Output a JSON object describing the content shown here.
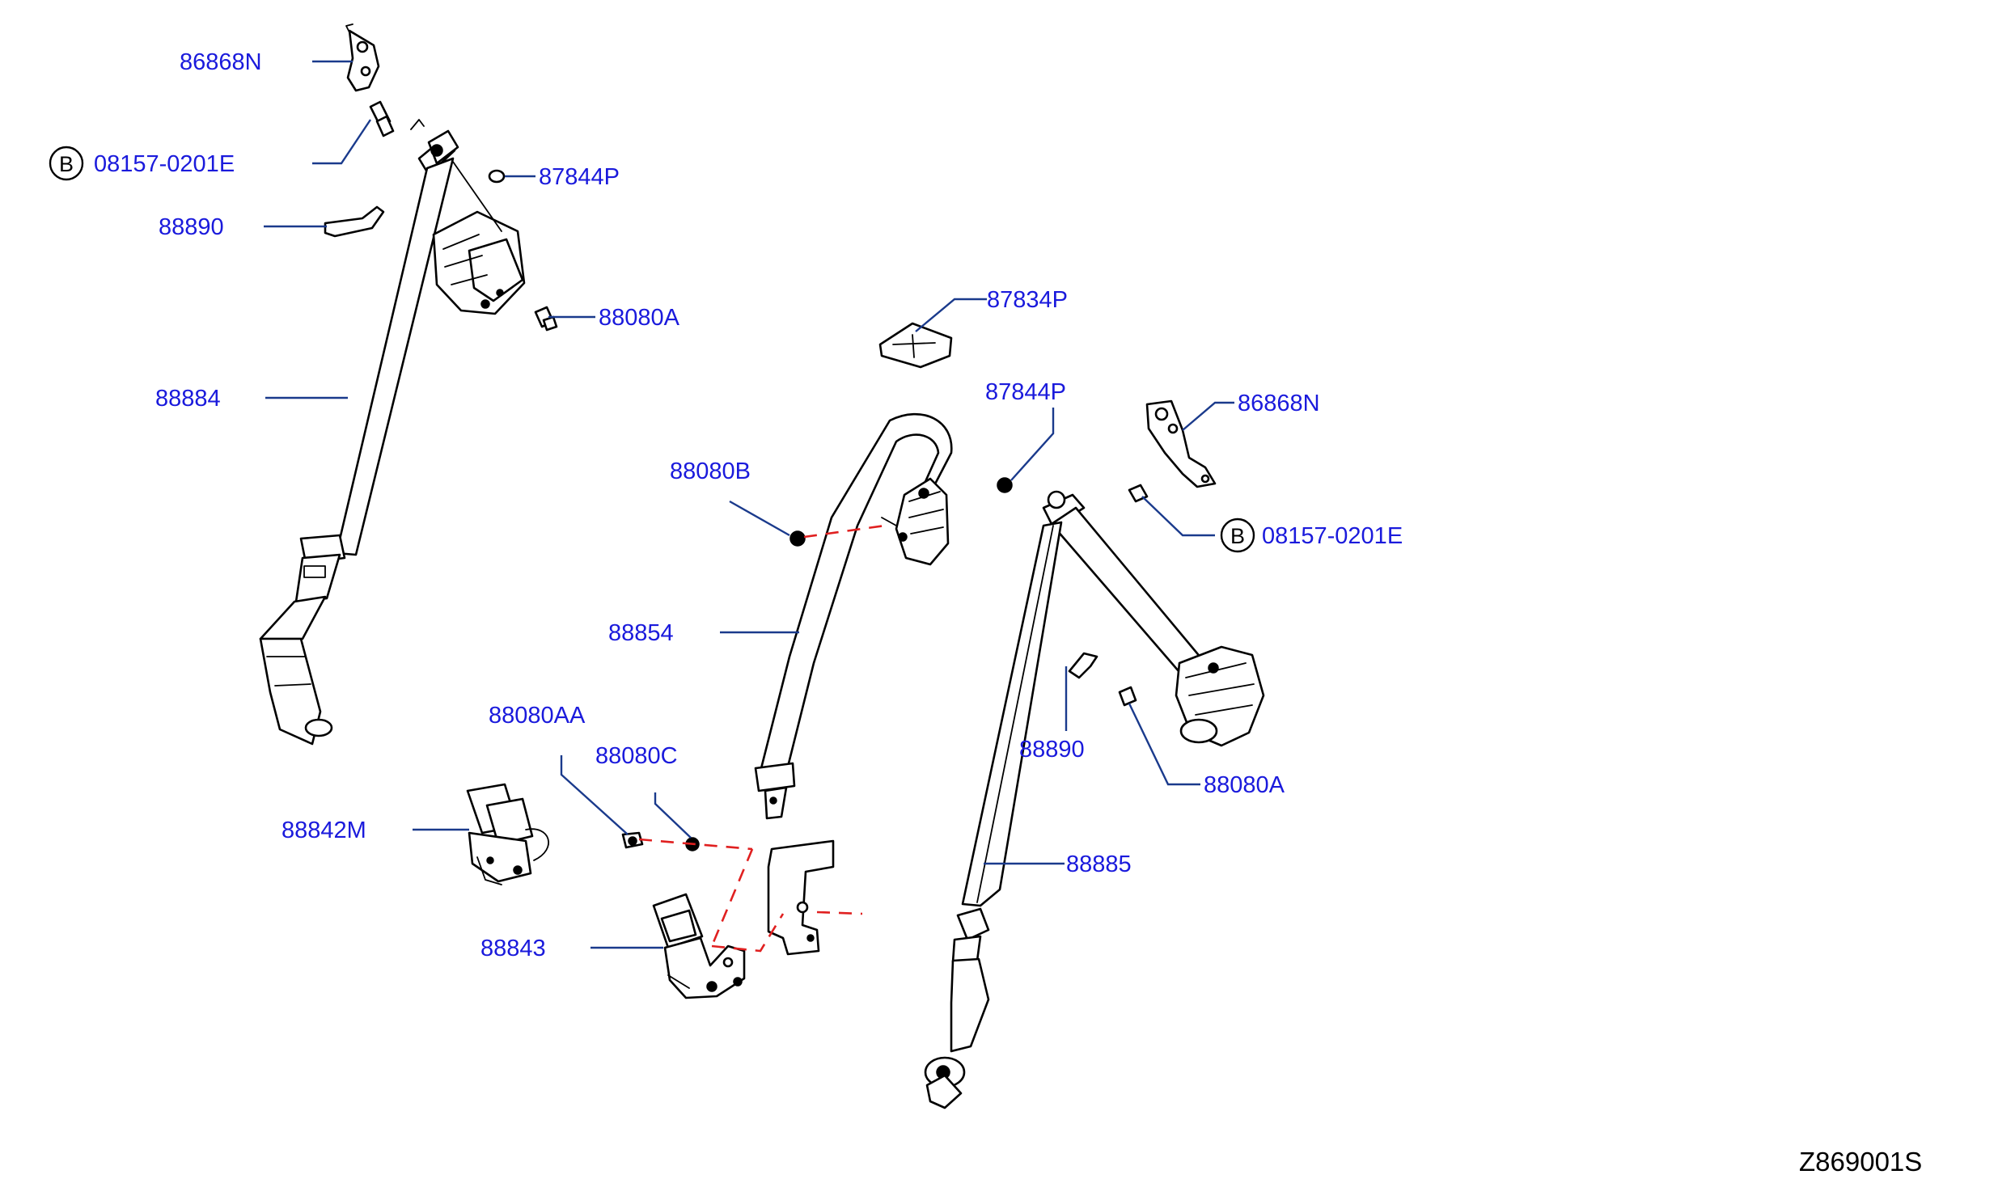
{
  "callouts": [
    {
      "id": "c1",
      "text": "86868N"
    },
    {
      "id": "c2",
      "text": "08157-0201E",
      "circle_letter": "B"
    },
    {
      "id": "c3",
      "text": "87844P"
    },
    {
      "id": "c4",
      "text": "88890"
    },
    {
      "id": "c5",
      "text": "88080A"
    },
    {
      "id": "c6",
      "text": "88884"
    },
    {
      "id": "c7",
      "text": "87834P"
    },
    {
      "id": "c8",
      "text": "87844P"
    },
    {
      "id": "c9",
      "text": "86868N"
    },
    {
      "id": "c10",
      "text": "88080B"
    },
    {
      "id": "c11",
      "text": "08157-0201E",
      "circle_letter": "B"
    },
    {
      "id": "c12",
      "text": "88854"
    },
    {
      "id": "c13",
      "text": "88890"
    },
    {
      "id": "c14",
      "text": "88080AA"
    },
    {
      "id": "c15",
      "text": "88080C"
    },
    {
      "id": "c16",
      "text": "88080A"
    },
    {
      "id": "c17",
      "text": "88842M"
    },
    {
      "id": "c18",
      "text": "88885"
    },
    {
      "id": "c19",
      "text": "88843"
    }
  ],
  "figure_code": "Z869001S",
  "colors": {
    "label": "#1a1adc",
    "leader": "#1a3a8c",
    "dashed_connector": "#e02020",
    "outline": "#000000"
  }
}
